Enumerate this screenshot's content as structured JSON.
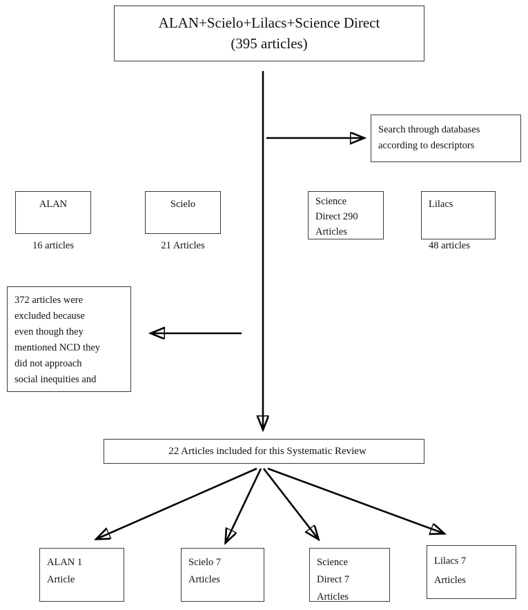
{
  "diagram": {
    "title": "PRISMA-style article selection flowchart",
    "boxes": {
      "sources": {
        "label": "ALAN+Scielo+Lilacs+Science Direct\n(395 articles)",
        "line1": "ALAN+Scielo+Lilacs+Science Direct",
        "line2": "(395 articles)",
        "total_articles": 395
      },
      "search_method": {
        "label": "Search through databases\naccording to descriptors"
      },
      "alan_source": {
        "label": "ALAN\n\n16 articles",
        "database": "ALAN",
        "count": 16
      },
      "scielo_source": {
        "label": "Scielo\n\n21  Articles",
        "database": "Scielo",
        "count": 21
      },
      "science_direct_source": {
        "label": "Science\nDirect 290\nArticles",
        "database": "Science Direct",
        "count": 290
      },
      "lilacs_source": {
        "label": "Lilacs\n\n48 articles",
        "database": "Lilacs",
        "count": 48
      },
      "excluded": {
        "label": "372 articles were\nexcluded because\neven though they\nmentioned NCD they\ndid not approach\nsocial inequities and",
        "count": 372
      },
      "included": {
        "label": "22 Articles included for this Systematic Review",
        "count": 22
      },
      "alan_included": {
        "label": "ALAN 1\nArticle",
        "database": "ALAN",
        "count": 1
      },
      "scielo_included": {
        "label": "Scielo 7\nArticles",
        "database": "Scielo",
        "count": 7
      },
      "science_direct_included": {
        "label": "Science\nDirect 7\nArticles",
        "database": "Science Direct",
        "count": 7
      },
      "lilacs_included": {
        "label": "Lilacs 7\nArticles",
        "database": "Lilacs",
        "count": 7
      }
    },
    "colors": {
      "box_border": "#3a3a3a",
      "connector": "#000000",
      "background": "#ffffff",
      "text": "#111111"
    }
  }
}
